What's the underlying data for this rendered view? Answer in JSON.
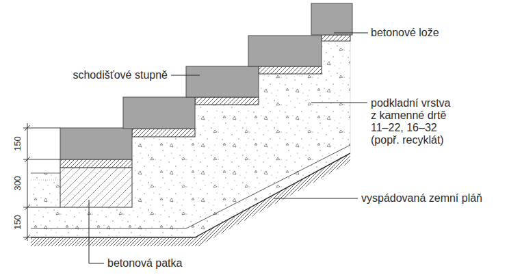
{
  "diagram": {
    "labels": [
      "betonové lože",
      "schodišťové stupně",
      "podkladní vrstva z kamenné drtě 11–22, 16–32 (popř. recyklát)",
      "vyspádovaná zemní pláň",
      "150",
      "300",
      "150",
      "betonová patka"
    ]
  }
}
